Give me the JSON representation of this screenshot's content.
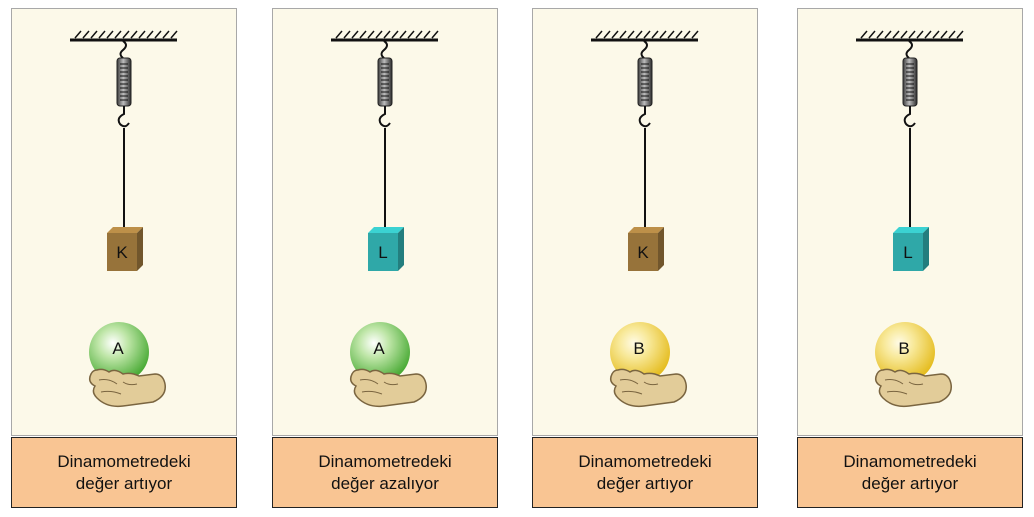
{
  "panels": [
    {
      "block": "K",
      "block_color": "#97733a",
      "ball": "A",
      "ball_color": "#54b83c",
      "caption_line1": "Dinamometredeki",
      "caption_line2": "değer artıyor"
    },
    {
      "block": "L",
      "block_color": "#2fa8a8",
      "ball": "A",
      "ball_color": "#54b83c",
      "caption_line1": "Dinamometredeki",
      "caption_line2": "değer azalıyor"
    },
    {
      "block": "K",
      "block_color": "#97733a",
      "ball": "B",
      "ball_color": "#e7c227",
      "caption_line1": "Dinamometredeki",
      "caption_line2": "değer artıyor"
    },
    {
      "block": "L",
      "block_color": "#2fa8a8",
      "ball": "B",
      "ball_color": "#e7c227",
      "caption_line1": "Dinamometredeki",
      "caption_line2": "değer artıyor"
    }
  ]
}
